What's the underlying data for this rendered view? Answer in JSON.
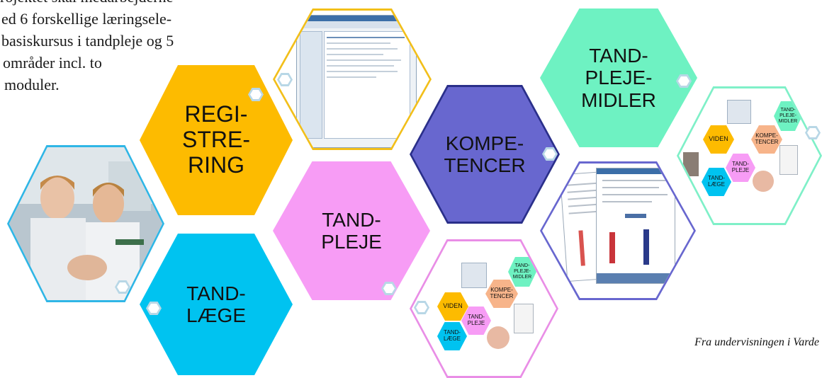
{
  "intro_text": {
    "lines": [
      "rojektet skal medarbejderne",
      "ed 6 forskellige læringsele-",
      "basiskursus i tandpleje og 5",
      "områder incl. to",
      "moduler."
    ]
  },
  "hexagons": {
    "registrering": {
      "lines": [
        "REGI-",
        "STRE-",
        "RING"
      ],
      "color": "#fdbb00"
    },
    "tandlaege": {
      "lines": [
        "TAND-",
        "LÆGE"
      ],
      "color": "#00c3f0"
    },
    "tandpleje": {
      "lines": [
        "TAND-",
        "PLEJE"
      ],
      "color": "#f79cf5"
    },
    "kompetencer": {
      "lines": [
        "KOMPE-",
        "TENCER"
      ],
      "color": "#6867cf"
    },
    "tandplejemidler": {
      "lines": [
        "TAND-",
        "PLEJE-",
        "MIDLER"
      ],
      "color": "#6ef2c2"
    }
  },
  "mini_diagram": {
    "viden": "VIDEN",
    "kompetencer": [
      "KOMPE-",
      "TENCER"
    ],
    "tandplejemidler": [
      "TAND-",
      "PLEJE-",
      "MIDLER"
    ],
    "tandpleje": [
      "TAND-",
      "PLEJE"
    ],
    "tandlaege": [
      "TAND-",
      "LÆGE"
    ]
  },
  "caption": "Fra undervisningen i Varde"
}
